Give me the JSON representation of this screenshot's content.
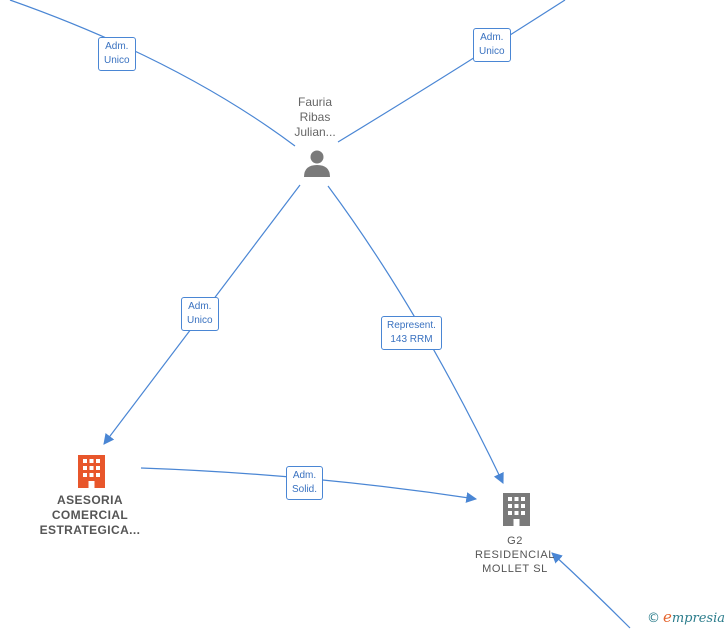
{
  "colors": {
    "edge": "#4a86d4",
    "person_icon": "#7a7a7a",
    "company_highlight": "#e8562b",
    "company_gray": "#7a7a7a"
  },
  "nodes": {
    "person": {
      "label": "Fauria\nRibas\nJulian...",
      "icon": "person-icon"
    },
    "asesoria": {
      "label": "ASESORIA\nCOMERCIAL\nESTRATEGICA...",
      "icon": "building-icon"
    },
    "g2": {
      "label": "G2\nRESIDENCIAL\nMOLLET SL",
      "icon": "building-icon"
    }
  },
  "edges": {
    "top_left": "Adm.\nUnico",
    "top_right": "Adm.\nUnico",
    "to_asesoria": "Adm.\nUnico",
    "to_g2": "Represent.\n143 RRM",
    "asesoria_g2": "Adm.\nSolid."
  },
  "watermark": {
    "symbol": "©",
    "brand_initial": "e",
    "brand_rest": "mpresia"
  }
}
